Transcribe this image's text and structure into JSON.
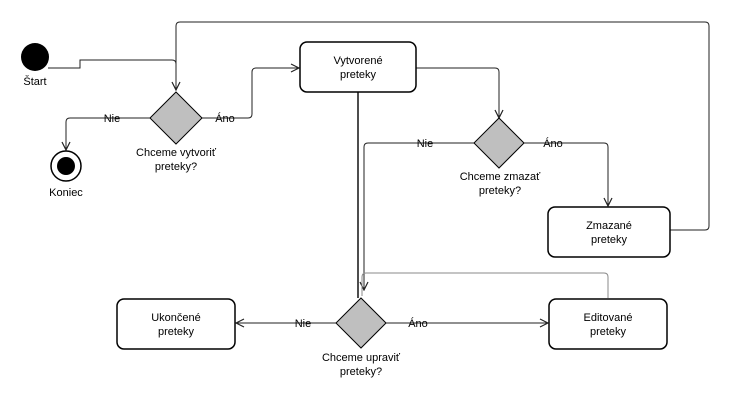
{
  "diagram": {
    "colors": {
      "decision_fill": "#bfbfbf",
      "node_stroke": "#000000",
      "edge": "#222222"
    },
    "start": {
      "label": "Štart"
    },
    "end": {
      "label": "Koniec"
    },
    "states": {
      "vytvorene": {
        "line1": "Vytvorené",
        "line2": "preteky"
      },
      "zmazane": {
        "line1": "Zmazané",
        "line2": "preteky"
      },
      "ukoncene": {
        "line1": "Ukončené",
        "line2": "preteky"
      },
      "editovane": {
        "line1": "Editované",
        "line2": "preteky"
      }
    },
    "decisions": {
      "vytvorit": {
        "line1": "Chceme vytvoriť",
        "line2": "preteky?"
      },
      "zmazat": {
        "line1": "Chceme zmazať",
        "line2": "preteky?"
      },
      "upravit": {
        "line1": "Chceme upraviť",
        "line2": "preteky?"
      }
    },
    "edges": {
      "vytvorit_no": "Nie",
      "vytvorit_yes": "Áno",
      "zmazat_no": "Nie",
      "zmazat_yes": "Áno",
      "upravit_no": "Nie",
      "upravit_yes": "Áno"
    }
  }
}
